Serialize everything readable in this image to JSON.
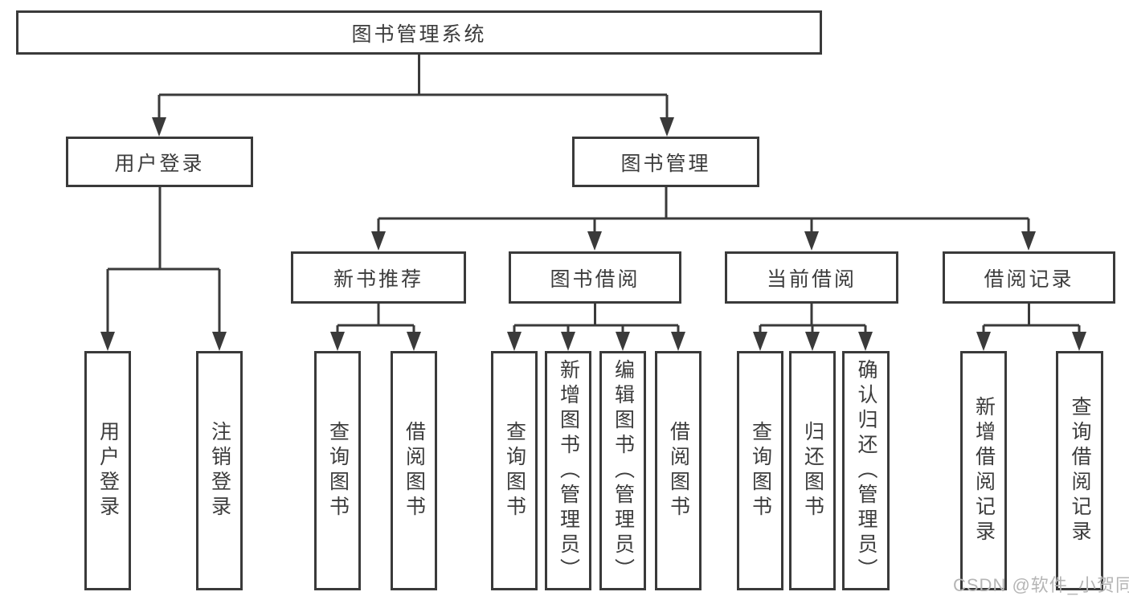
{
  "diagram": {
    "root": {
      "label": "图书管理系统"
    },
    "branches": [
      {
        "label": "用户登录",
        "children": [
          {
            "label": "用户登录"
          },
          {
            "label": "注销登录"
          }
        ]
      },
      {
        "label": "图书管理",
        "children": [
          {
            "label": "新书推荐",
            "children": [
              {
                "label": "查询图书"
              },
              {
                "label": "借阅图书"
              }
            ]
          },
          {
            "label": "图书借阅",
            "children": [
              {
                "label": "查询图书"
              },
              {
                "label": "新增图书（管理员）"
              },
              {
                "label": "编辑图书（管理员）"
              },
              {
                "label": "借阅图书"
              }
            ]
          },
          {
            "label": "当前借阅",
            "children": [
              {
                "label": "查询图书"
              },
              {
                "label": "归还图书"
              },
              {
                "label": "确认归还（管理员）"
              }
            ]
          },
          {
            "label": "借阅记录",
            "children": [
              {
                "label": "新增借阅记录"
              },
              {
                "label": "查询借阅记录"
              }
            ]
          }
        ]
      }
    ]
  },
  "watermark": {
    "text": "CSDN @软件_小贺同学"
  },
  "colors": {
    "line": "#3a3a3a",
    "text": "#3c3c3c",
    "background": "#ffffff",
    "watermark": "#b5b5b5"
  }
}
